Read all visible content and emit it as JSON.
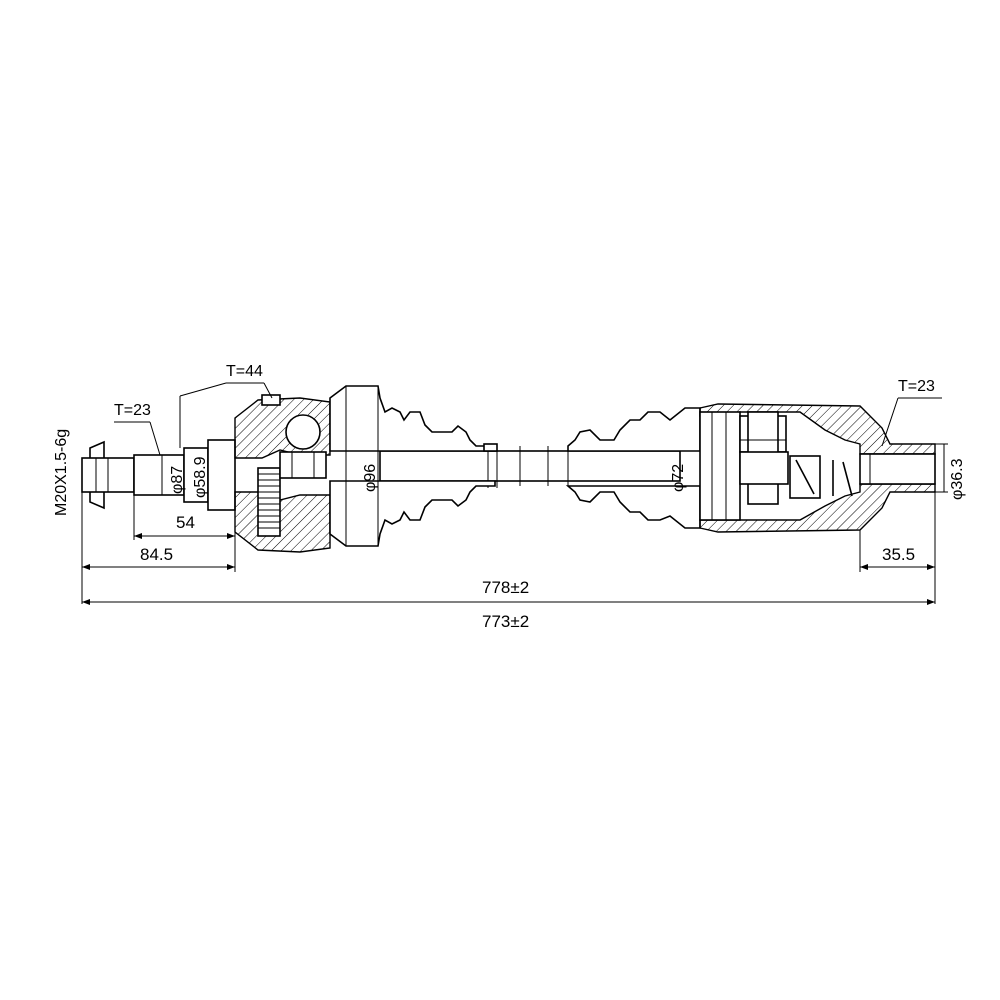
{
  "labels": {
    "thread": "M20X1.5-6g",
    "t_left": "T=23",
    "t_outer_joint": "T=44",
    "t_right": "T=23",
    "dia_87": "φ87",
    "dia_58_9": "φ58.9",
    "dia_96": "φ96",
    "dia_72": "φ72",
    "dia_36_3": "φ36.3",
    "dim_54": "54",
    "dim_84_5": "84.5",
    "dim_35_5": "35.5",
    "dim_778": "778±2",
    "dim_773": "773±2"
  },
  "colors": {
    "line": "#000000",
    "background": "#ffffff"
  }
}
